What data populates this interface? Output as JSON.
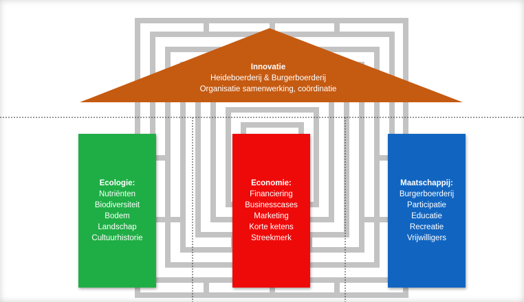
{
  "roof": {
    "title": "Innovatie",
    "lines": [
      "Heideboerderij & Burgerboerderij",
      "Organisatie samenwerking, coördinatie"
    ]
  },
  "pillars": [
    {
      "title": "Ecologie:",
      "items": [
        "Nutriënten",
        "Biodiversiteit",
        "Bodem",
        "Landschap",
        "Cultuurhistorie"
      ]
    },
    {
      "title": "Economie:",
      "items": [
        "Financiering",
        "Businesscases",
        "Marketing",
        "Korte ketens",
        "Streekmerk"
      ]
    },
    {
      "title": "Maatschappij:",
      "items": [
        "Burgerboerderij",
        "Participatie",
        "Educatie",
        "Recreatie",
        "Vrijwilligers"
      ]
    }
  ],
  "colors": {
    "roof": "#c55a11",
    "ecologie": "#1fae45",
    "economie": "#ef0a0a",
    "maatschappij": "#1165c1",
    "maze": "#c3c3c3"
  },
  "background_icon": "maze-graphic"
}
